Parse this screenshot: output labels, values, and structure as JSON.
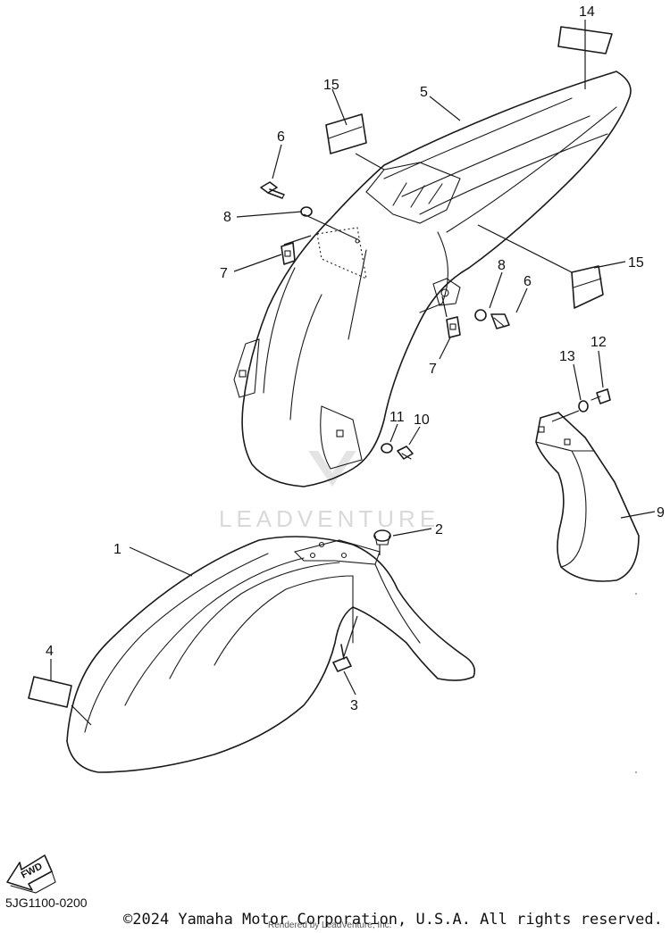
{
  "diagram": {
    "watermark": "LEADVENTURE",
    "fwd_label": "FWD",
    "diagram_code": "5JG1100-0200",
    "copyright": "©2024 Yamaha Motor Corporation, U.S.A. All rights reserved.",
    "rendered_by": "Rendered by LeadVenture, Inc.",
    "callouts": {
      "c1": "1",
      "c2": "2",
      "c3": "3",
      "c4": "4",
      "c5": "5",
      "c6a": "6",
      "c6b": "6",
      "c7a": "7",
      "c7b": "7",
      "c8a": "8",
      "c8b": "8",
      "c9": "9",
      "c10": "10",
      "c11": "11",
      "c12": "12",
      "c13": "13",
      "c14": "14",
      "c15a": "15",
      "c15b": "15"
    }
  }
}
